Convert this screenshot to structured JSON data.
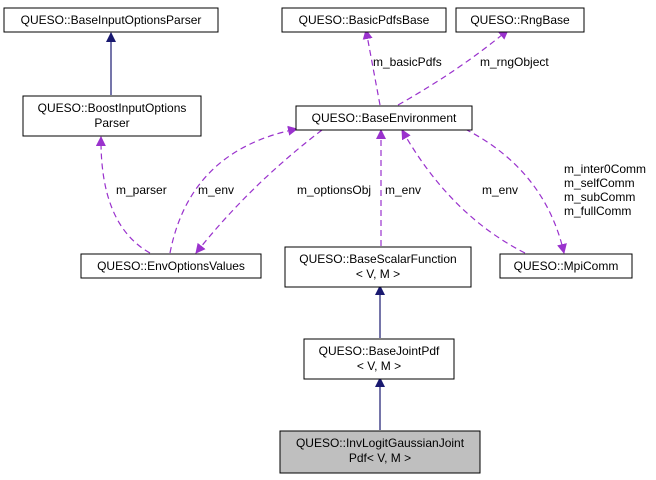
{
  "diagram": {
    "nodes": {
      "base_input_options_parser": [
        "QUESO::BaseInputOptionsParser"
      ],
      "basic_pdfs_base": [
        "QUESO::BasicPdfsBase"
      ],
      "rng_base": [
        "QUESO::RngBase"
      ],
      "boost_input_options_parser": [
        "QUESO::BoostInputOptions",
        "Parser"
      ],
      "base_environment": [
        "QUESO::BaseEnvironment"
      ],
      "env_options_values": [
        "QUESO::EnvOptionsValues"
      ],
      "base_scalar_function": [
        "QUESO::BaseScalarFunction",
        "< V, M >"
      ],
      "mpi_comm": [
        "QUESO::MpiComm"
      ],
      "base_joint_pdf": [
        "QUESO::BaseJointPdf",
        "< V, M >"
      ],
      "inv_logit_gaussian_joint_pdf": [
        "QUESO::InvLogitGaussianJoint",
        "Pdf< V, M >"
      ]
    },
    "edge_labels": {
      "basic_pdfs": "m_basicPdfs",
      "rng_object": "m_rngObject",
      "parser": "m_parser",
      "env_left": "m_env",
      "options_obj": "m_optionsObj",
      "env_center": "m_env",
      "env_right": "m_env",
      "mpi_comms": [
        "m_inter0Comm",
        "m_selfComm",
        "m_subComm",
        "m_fullComm"
      ]
    },
    "colors": {
      "inheritance_arrow": "#191970",
      "usage_arrow": "#9a32cd",
      "highlight_fill": "#bfbfbf"
    }
  }
}
